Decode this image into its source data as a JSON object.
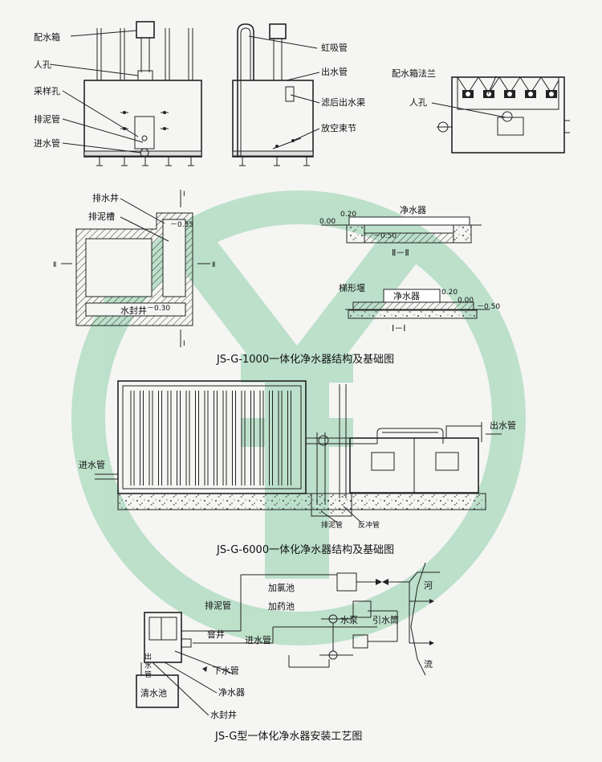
{
  "watermark": {
    "color": "#8fcfa8"
  },
  "fig1": {
    "caption": "JS-G-1000一体化净水器结构及基础图",
    "labels": {
      "water_box": "配水箱",
      "manhole": "人孔",
      "sampling_hole": "采样孔",
      "sludge_pipe": "排泥管",
      "inlet_pipe": "进水管",
      "siphon_pipe": "虹吸管",
      "outlet_pipe": "出水管",
      "filtered_channel": "滤后出水渠",
      "vent_joint": "放空束节",
      "box_flange": "配水箱法兰",
      "manhole2": "人孔",
      "drain_well": "排水井",
      "sludge_trough": "排泥槽",
      "seal_well": "水封井",
      "purifier_1": "净水器",
      "purifier_2": "净水器",
      "weir": "梯形堰",
      "sec_22": "Ⅱ－Ⅱ",
      "sec_11": "Ⅰ－Ⅰ",
      "mark_I_top": "Ⅰ",
      "mark_I_bot": "Ⅰ",
      "mark_II_left": "Ⅱ",
      "mark_II_right": "Ⅱ",
      "lv_m035": "－0.35",
      "lv_m030": "－0.30",
      "lv_020a": "0.20",
      "lv_000a": "0.00",
      "lv_m050a": "－0.50",
      "lv_020b": "0.20",
      "lv_000b": "0.00",
      "lv_m050b": "－0.50"
    }
  },
  "fig2": {
    "caption": "JS-G-6000一体化净水器结构及基础图",
    "labels": {
      "inlet": "进水管",
      "outlet": "出水管",
      "sludge": "排泥管",
      "backwash": "反冲管"
    }
  },
  "fig3": {
    "caption": "JS-G型一体化净水器安装工艺图",
    "labels": {
      "sludge": "排泥管",
      "chlorine": "加氯池",
      "dosing": "加药池",
      "pump": "水泵",
      "suction": "引水筒",
      "river": "河",
      "flow": "流",
      "valve_well": "窨井",
      "inlet": "进水管",
      "outlet_a": "出",
      "outlet_b": "水",
      "outlet_c": "管",
      "downpipe": "下水管",
      "purifier": "净水器",
      "seal_well": "水封井",
      "clear_pool": "清水池"
    }
  }
}
